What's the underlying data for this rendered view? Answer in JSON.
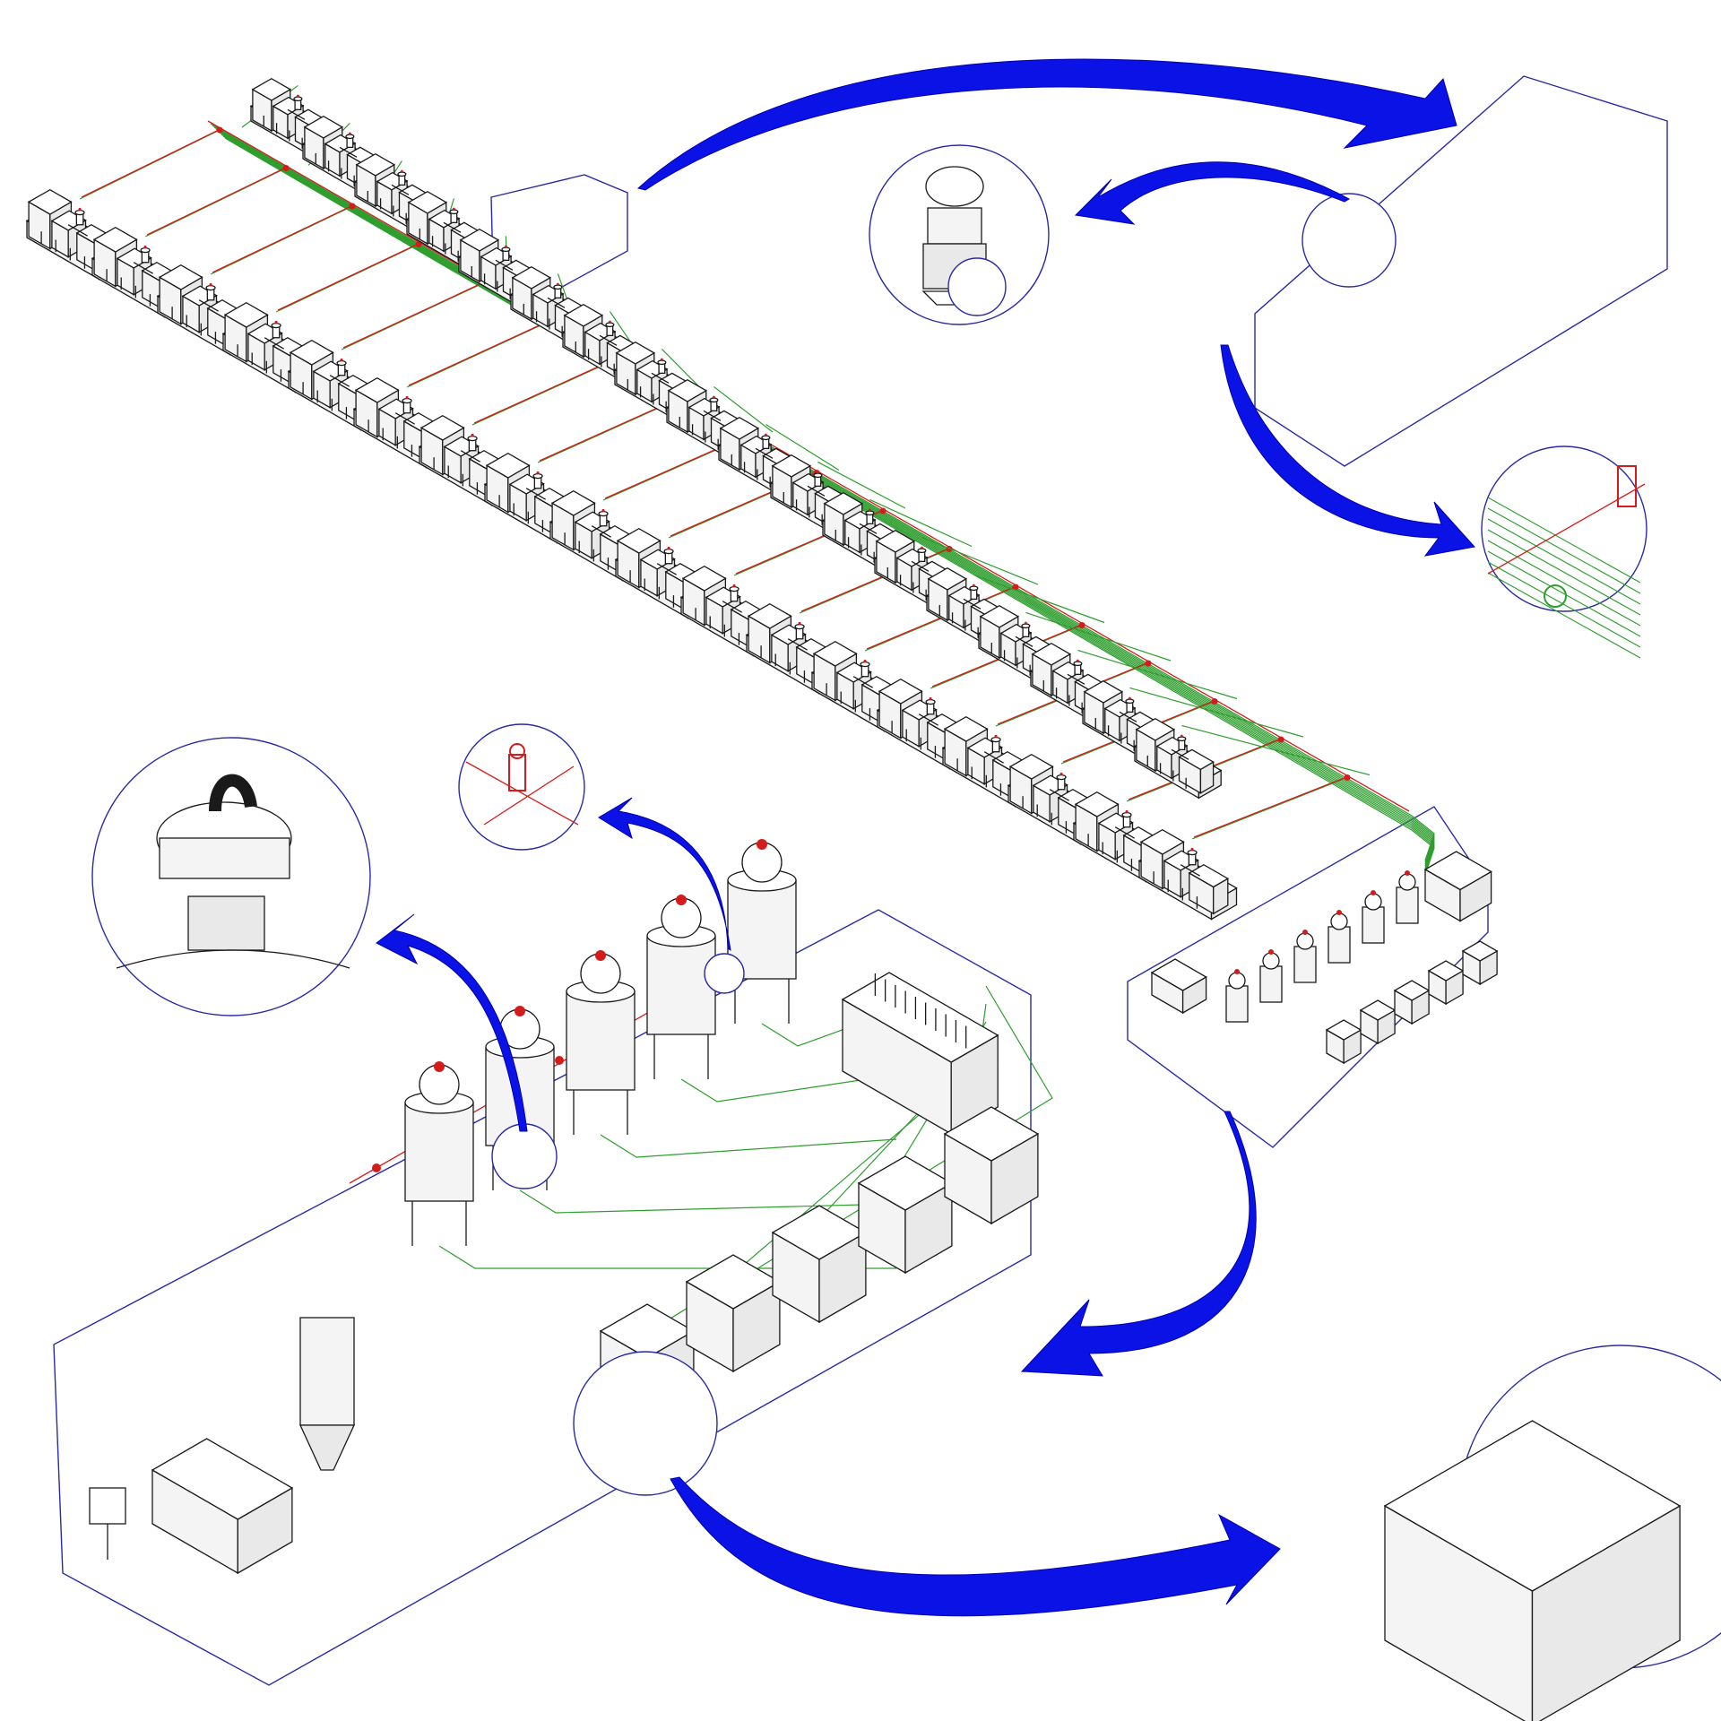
{
  "diagram": {
    "kind": "isometric central conveying system layout",
    "colors": {
      "arrow": "#0a12e6",
      "frame": "#2a2aa8",
      "vacuum_line": "#2e9e2e",
      "material_line": "#d41c1c",
      "equipment": "#1a1a1a"
    },
    "injection_machines": {
      "left_row": 18,
      "right_row": 18
    },
    "zoom_callouts": [
      {
        "subject": "hopper-loader-detail"
      },
      {
        "subject": "material-valve-detail"
      },
      {
        "subject": "vacuum-hopper-detail"
      },
      {
        "subject": "valve-station-detail"
      },
      {
        "subject": "material-cart-detail"
      }
    ],
    "arrows": 7
  }
}
